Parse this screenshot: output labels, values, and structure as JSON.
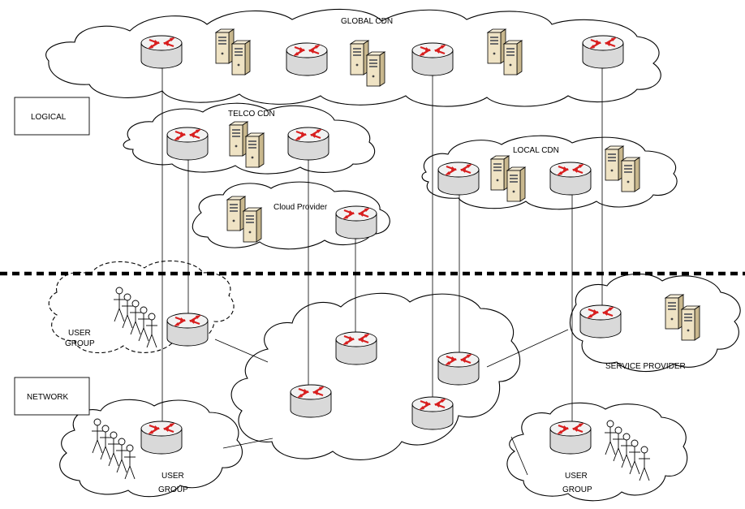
{
  "diagram": {
    "labels": {
      "global_cdn": "GLOBAL CDN",
      "telco_cdn": "TELCO CDN",
      "local_cdn": "LOCAL CDN",
      "cloud_provider": "Cloud Provider",
      "service_provider": "SERVICE PROVIDER",
      "user_group_1_line1": "USER",
      "user_group_1_line2": "GROUP",
      "user_group_2_line1": "USER",
      "user_group_2_line2": "GROUP",
      "user_group_3_line1": "USER",
      "user_group_3_line2": "GROUP"
    },
    "layer_boxes": {
      "logical": "LOGICAL",
      "network": "NETWORK"
    },
    "colors": {
      "router_body": "#e8e8e8",
      "router_arrow": "#d81e1e",
      "server_body": "#efe3c4",
      "server_shade": "#c9b88e",
      "outline": "#000000"
    },
    "icons": [
      "router-icon",
      "server-icon",
      "user-icon",
      "cloud-shape"
    ]
  }
}
